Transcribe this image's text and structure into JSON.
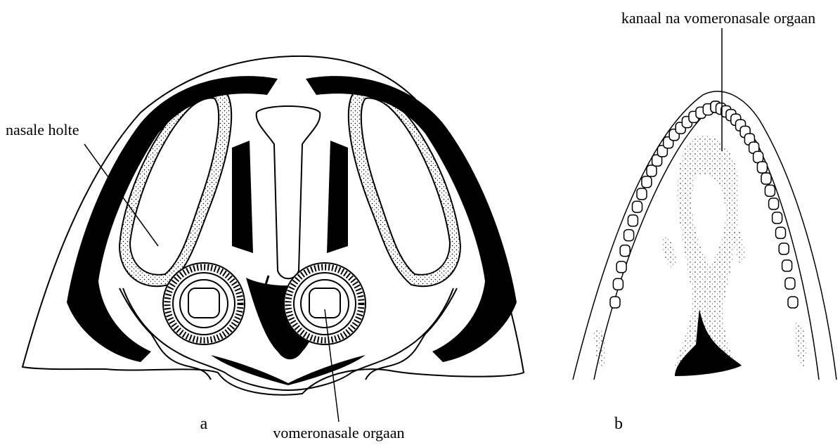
{
  "panel_a": {
    "letter": "a",
    "labels": {
      "nasal_cavity": "nasale holte",
      "vomeronasal_organ": "vomeronasale orgaan"
    }
  },
  "panel_b": {
    "letter": "b",
    "labels": {
      "vno_canal": "kanaal na vomeronasale orgaan"
    }
  },
  "colors": {
    "ink": "#000000",
    "paper": "#ffffff"
  }
}
